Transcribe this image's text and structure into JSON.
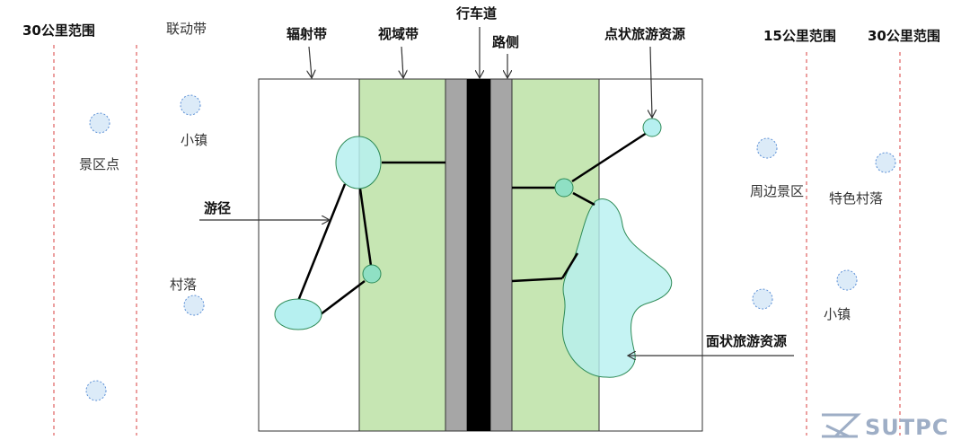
{
  "labels": {
    "range30_left": "30公里范围",
    "linkage_belt": "联动带",
    "radiation_belt": "辐射带",
    "view_belt": "视域带",
    "carriageway": "行车道",
    "roadside": "路侧",
    "point_resource": "点状旅游资源",
    "range15_right": "15公里范围",
    "range30_right": "30公里范围",
    "scenic_spot": "景区点",
    "town_left": "小镇",
    "trail": "游径",
    "village": "村落",
    "nearby_scenic": "周边景区",
    "featured_village": "特色村落",
    "town_right": "小镇",
    "area_resource": "面状旅游资源"
  },
  "logo": {
    "text": "SUTPC"
  },
  "colors": {
    "view_belt": "#c6e6b3",
    "roadside": "#a6a6a6",
    "carriageway": "#000000",
    "resource_fill": "#b6f0f0",
    "resource_stroke": "#2e8b57",
    "dashed_line": "#e06060",
    "node_stroke": "#5b8fd6",
    "node_fill": "#dcebf8",
    "logo": "#9eaec6"
  }
}
